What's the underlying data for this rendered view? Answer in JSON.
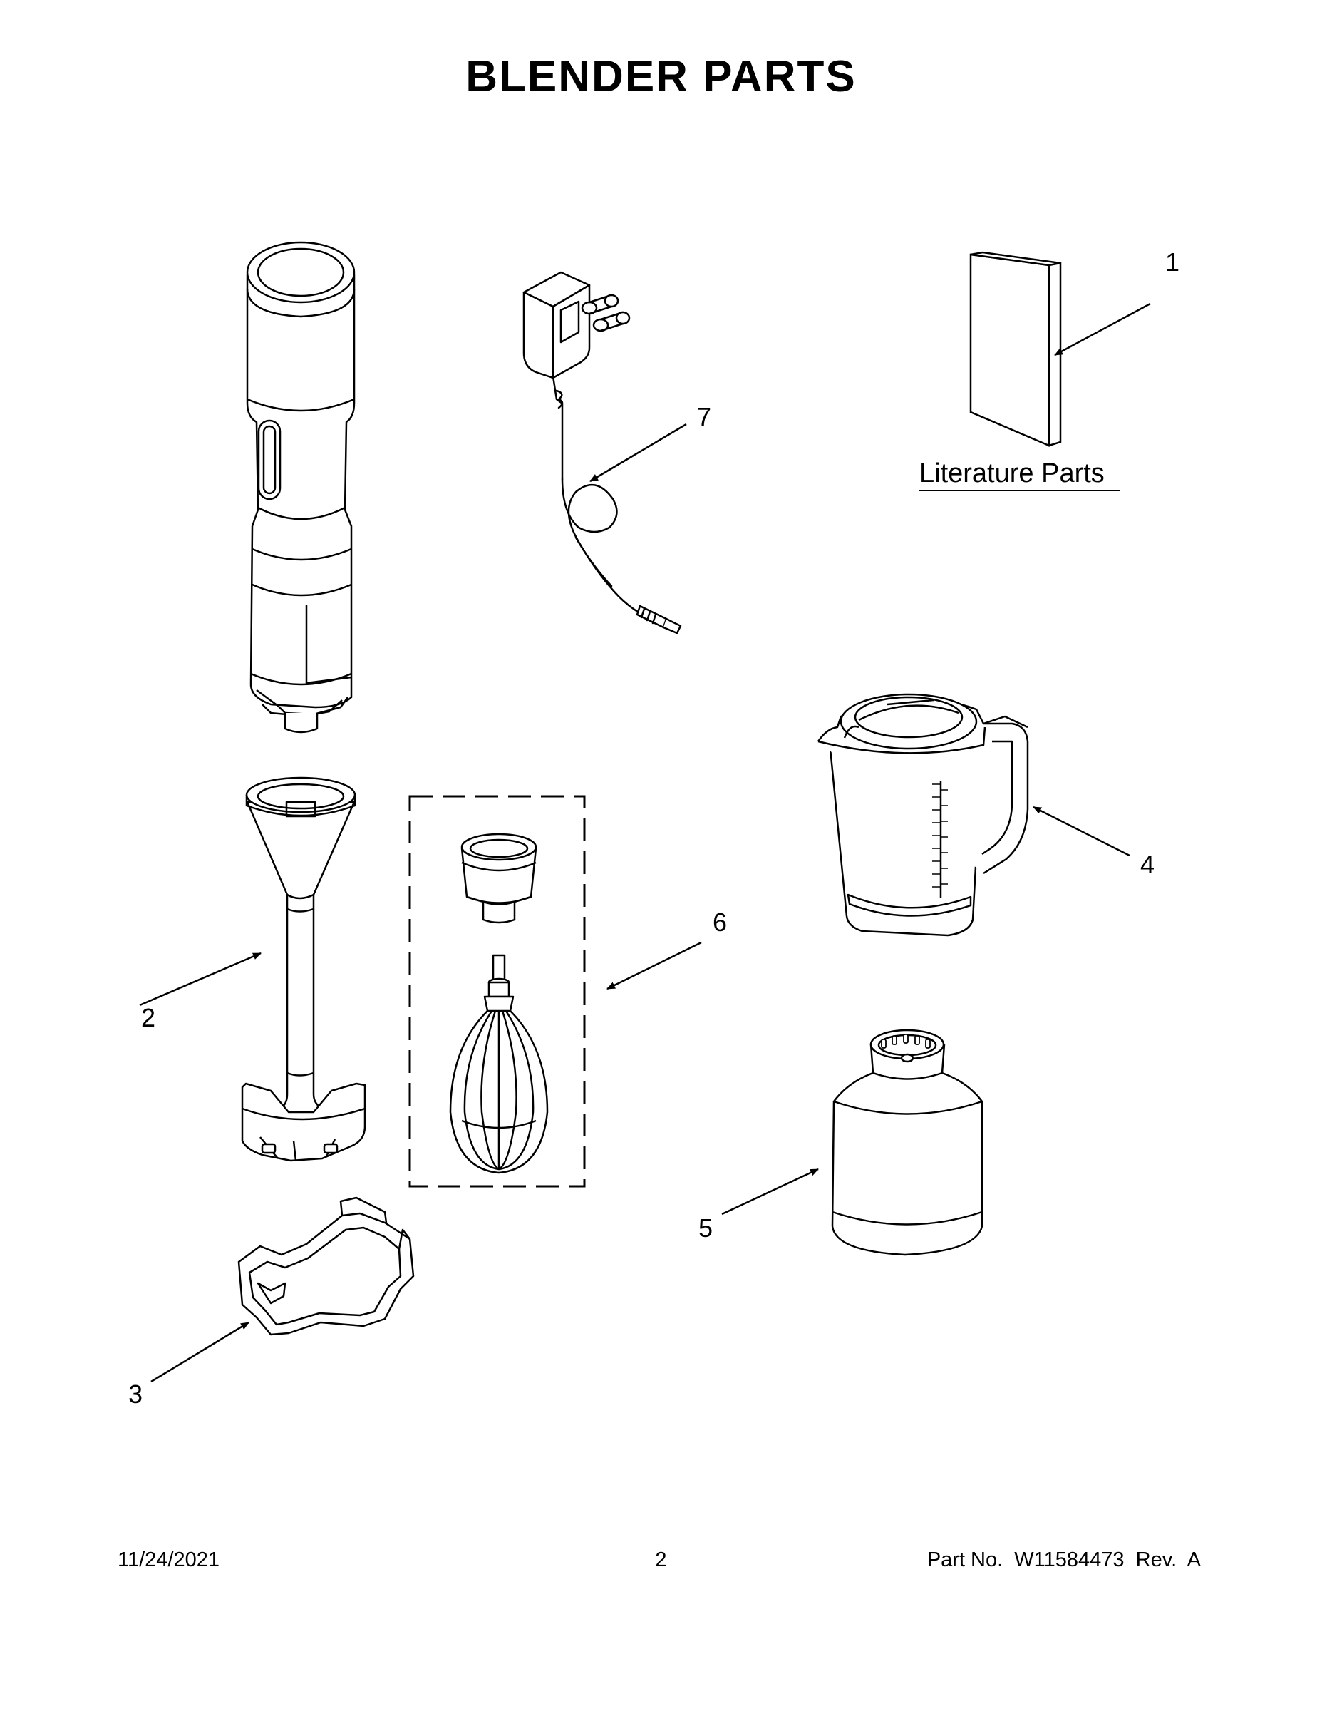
{
  "title": "BLENDER PARTS",
  "literature_label": "Literature Parts",
  "callouts": [
    "1",
    "2",
    "3",
    "4",
    "5",
    "6",
    "7"
  ],
  "footer": {
    "date": "11/24/2021",
    "page": "2",
    "part_number": "Part No.  W11584473  Rev.  A"
  }
}
